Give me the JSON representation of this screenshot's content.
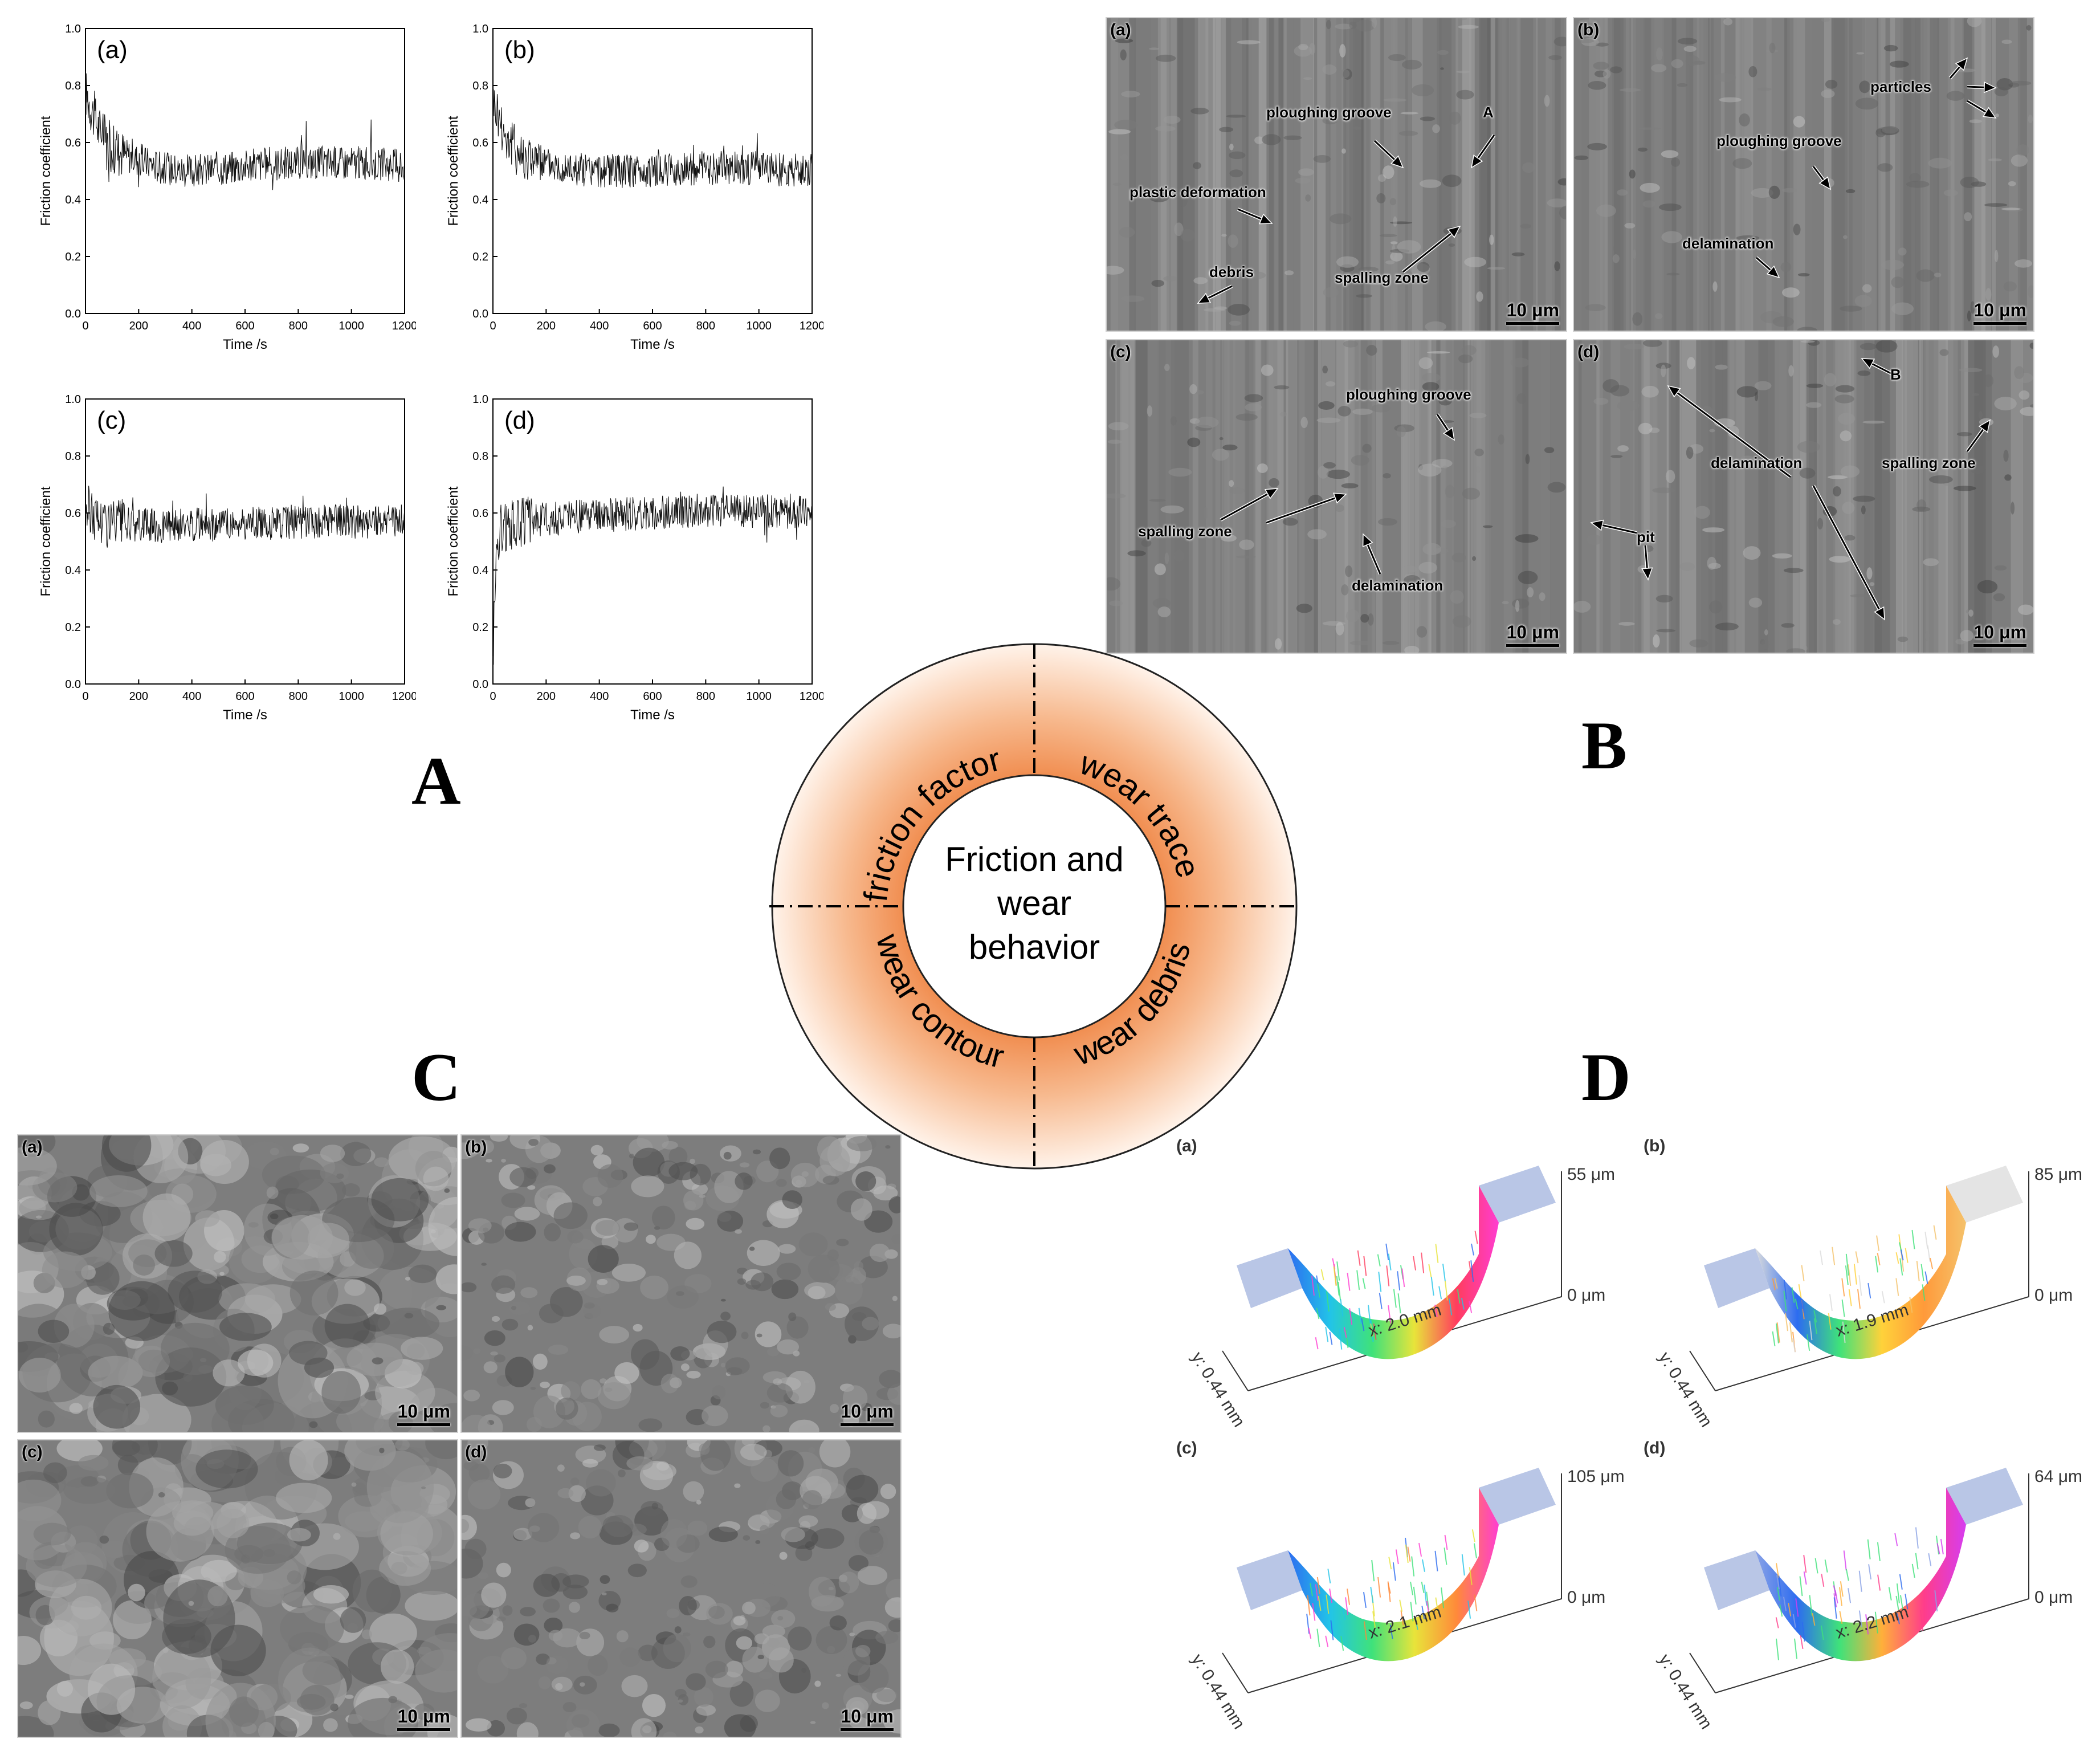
{
  "section_labels": {
    "A": "A",
    "B": "B",
    "C": "C",
    "D": "D"
  },
  "ring": {
    "center_text": [
      "Friction and",
      "wear",
      "behavior"
    ],
    "segments": [
      "friction factor",
      "wear trace",
      "wear contour",
      "wear debris"
    ]
  },
  "chart_data": [
    {
      "type": "line",
      "panel": "(a)",
      "xlabel": "Time /s",
      "ylabel": "Friction coefficient",
      "xlim": [
        0,
        1200
      ],
      "ylim": [
        0,
        1.0
      ],
      "xticks": [
        0,
        200,
        400,
        600,
        800,
        1000,
        1200
      ],
      "yticks": [
        0.0,
        0.2,
        0.4,
        0.6,
        0.8,
        1.0
      ],
      "series": [
        {
          "values_summary": "noisy signal, starts ~0.78 and decays to mean ~0.52, range ~0.42-0.62",
          "x": [
            0,
            50,
            100,
            200,
            300,
            400,
            600,
            800,
            1000,
            1200
          ],
          "y": [
            0.78,
            0.65,
            0.58,
            0.54,
            0.51,
            0.5,
            0.52,
            0.53,
            0.53,
            0.52
          ]
        }
      ]
    },
    {
      "type": "line",
      "panel": "(b)",
      "xlabel": "Time /s",
      "ylabel": "Friction coefficient",
      "xlim": [
        0,
        1200
      ],
      "ylim": [
        0,
        1.0
      ],
      "xticks": [
        0,
        200,
        400,
        600,
        800,
        1000,
        1200
      ],
      "yticks": [
        0.0,
        0.2,
        0.4,
        0.6,
        0.8,
        1.0
      ],
      "series": [
        {
          "values_summary": "noisy signal, starts ~0.75 and settles near 0.50",
          "x": [
            0,
            50,
            100,
            200,
            300,
            400,
            600,
            800,
            1000,
            1200
          ],
          "y": [
            0.75,
            0.62,
            0.56,
            0.53,
            0.51,
            0.5,
            0.5,
            0.51,
            0.51,
            0.5
          ]
        }
      ]
    },
    {
      "type": "line",
      "panel": "(c)",
      "xlabel": "Time /s",
      "ylabel": "Friction coefficient",
      "xlim": [
        0,
        1200
      ],
      "ylim": [
        0,
        1.0
      ],
      "xticks": [
        0,
        200,
        400,
        600,
        800,
        1000,
        1200
      ],
      "yticks": [
        0.0,
        0.2,
        0.4,
        0.6,
        0.8,
        1.0
      ],
      "series": [
        {
          "values_summary": "noisy signal around 0.56, range ~0.44-0.68",
          "x": [
            0,
            50,
            100,
            200,
            300,
            400,
            600,
            800,
            1000,
            1200
          ],
          "y": [
            0.62,
            0.58,
            0.56,
            0.56,
            0.55,
            0.56,
            0.56,
            0.57,
            0.57,
            0.57
          ]
        }
      ]
    },
    {
      "type": "line",
      "panel": "(d)",
      "xlabel": "Time /s",
      "ylabel": "Friction coefficient",
      "xlim": [
        0,
        1200
      ],
      "ylim": [
        0,
        1.0
      ],
      "xticks": [
        0,
        200,
        400,
        600,
        800,
        1000,
        1200
      ],
      "yticks": [
        0.0,
        0.2,
        0.4,
        0.6,
        0.8,
        1.0
      ],
      "series": [
        {
          "values_summary": "starts ~0.08, rises sharply to ~0.55 within 20 s, then noisy around 0.60",
          "x": [
            0,
            5,
            15,
            30,
            100,
            200,
            400,
            600,
            800,
            1000,
            1200
          ],
          "y": [
            0.08,
            0.25,
            0.5,
            0.55,
            0.57,
            0.58,
            0.59,
            0.6,
            0.61,
            0.61,
            0.6
          ]
        }
      ]
    }
  ],
  "wear_trace_panels": [
    {
      "tag": "(a)",
      "scale": "10 μm",
      "labels": [
        "ploughing groove",
        "A",
        "plastic deformation",
        "debris",
        "spalling zone"
      ]
    },
    {
      "tag": "(b)",
      "scale": "10 μm",
      "labels": [
        "particles",
        "ploughing groove",
        "delamination"
      ]
    },
    {
      "tag": "(c)",
      "scale": "10 μm",
      "labels": [
        "ploughing groove",
        "spalling zone",
        "delamination"
      ]
    },
    {
      "tag": "(d)",
      "scale": "10 μm",
      "labels": [
        "B",
        "spalling zone",
        "delamination",
        "pit"
      ]
    }
  ],
  "wear_debris_panels": [
    {
      "tag": "(a)",
      "scale": "10 μm"
    },
    {
      "tag": "(b)",
      "scale": "10 μm"
    },
    {
      "tag": "(c)",
      "scale": "10 μm"
    },
    {
      "tag": "(d)",
      "scale": "10 μm"
    }
  ],
  "profile_panels": [
    {
      "tag": "(a)",
      "z_max": "55 μm",
      "z_min": "0 μm",
      "x": "x: 2.0 mm",
      "y": "y: 0.44 mm"
    },
    {
      "tag": "(b)",
      "z_max": "85 μm",
      "z_min": "0 μm",
      "x": "x: 1.9 mm",
      "y": "y: 0.44 mm"
    },
    {
      "tag": "(c)",
      "z_max": "105 μm",
      "z_min": "0 μm",
      "x": "x: 2.1 mm",
      "y": "y: 0.44 mm"
    },
    {
      "tag": "(d)",
      "z_max": "64 μm",
      "z_min": "0 μm",
      "x": "x: 2.2 mm",
      "y": "y: 0.44 mm"
    }
  ],
  "colors": {
    "ring_orange": "#f08a4b",
    "sem_gray": "#7d7d7d",
    "profile_plate": "#b9c6e6"
  }
}
